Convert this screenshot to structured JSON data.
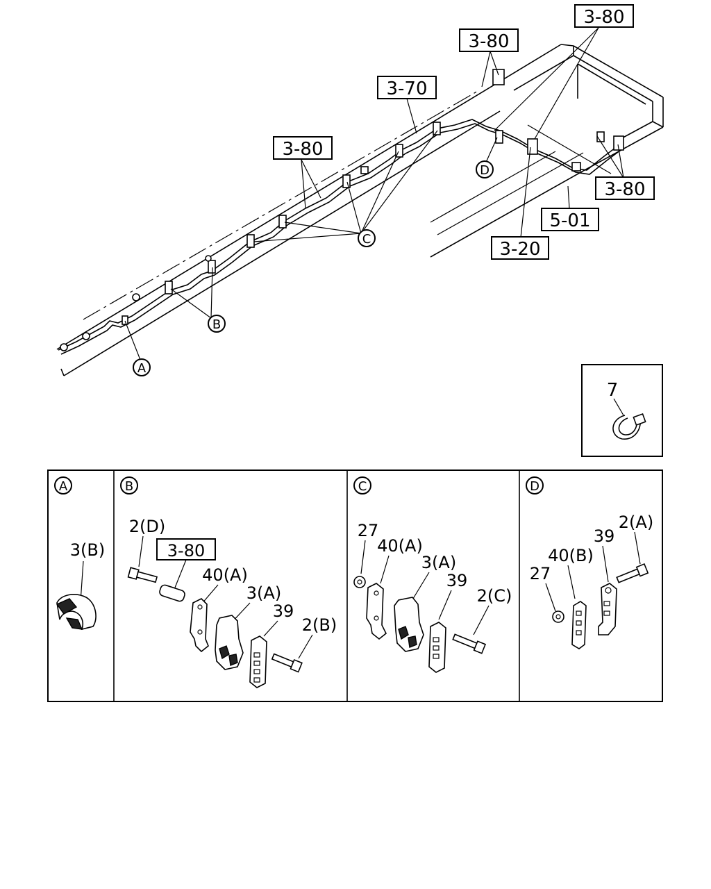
{
  "callouts": {
    "ref_3_80_top_right": "3-80",
    "ref_3_80_top": "3-80",
    "ref_3_70": "3-70",
    "ref_3_80_mid": "3-80",
    "ref_3_80_right": "3-80",
    "ref_5_01": "5-01",
    "ref_3_20": "3-20"
  },
  "detail_markers": {
    "A": "A",
    "B": "B",
    "C": "C",
    "D": "D"
  },
  "inset": {
    "part_no": "7"
  },
  "panel_a": {
    "marker": "A",
    "labels": {
      "clip": "3(B)"
    }
  },
  "panel_b": {
    "marker": "B",
    "labels": {
      "bolt_top": "2(D)",
      "ref": "3-80",
      "bracket": "40(A)",
      "clamp": "3(A)",
      "plate": "39",
      "bolt": "2(B)"
    }
  },
  "panel_c": {
    "marker": "C",
    "labels": {
      "nut": "27",
      "bracket": "40(A)",
      "clamp": "3(A)",
      "plate": "39",
      "bolt": "2(C)"
    }
  },
  "panel_d": {
    "marker": "D",
    "labels": {
      "bolt": "2(A)",
      "plate": "39",
      "bracket": "40(B)",
      "nut": "27"
    }
  }
}
